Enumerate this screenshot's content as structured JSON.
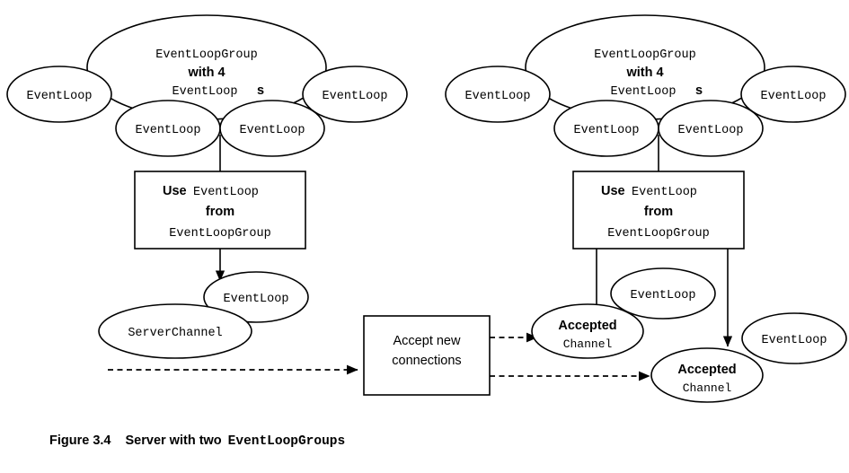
{
  "figure": {
    "caption_label": "Figure 3.4",
    "caption_text": "Server with two",
    "caption_mono": "EventLoopGroups"
  },
  "groups": [
    {
      "id": "left-event-loop-group",
      "outer_label_line1": "EventLoopGroup",
      "outer_label_line2": "with 4",
      "outer_label_line3": "EventLoop",
      "outer_label_line3_suffix": "s",
      "event_loops": [
        {
          "label": "EventLoop"
        },
        {
          "label": "EventLoop"
        },
        {
          "label": "EventLoop"
        },
        {
          "label": "EventLoop"
        }
      ]
    },
    {
      "id": "right-event-loop-group",
      "outer_label_line1": "EventLoopGroup",
      "outer_label_line2": "with 4",
      "outer_label_line3": "EventLoop",
      "outer_label_line3_suffix": "s",
      "event_loops": [
        {
          "label": "EventLoop"
        },
        {
          "label": "EventLoop"
        },
        {
          "label": "EventLoop"
        },
        {
          "label": "EventLoop"
        }
      ]
    }
  ],
  "boxes": [
    {
      "id": "left-use-eventloop-box",
      "line1_sans": "Use",
      "line1_mono": "EventLoop",
      "line2": "from",
      "line3_mono": "EventLoopGroup"
    },
    {
      "id": "right-use-eventloop-box",
      "line1_sans": "Use",
      "line1_mono": "EventLoop",
      "line2": "from",
      "line3_mono": "EventLoopGroup"
    },
    {
      "id": "accept-connections-box",
      "line1": "Accept new",
      "line2": "connections"
    }
  ],
  "ellipses": {
    "server_channel": "ServerChannel",
    "boss_event_loop": "EventLoop",
    "accepted_channel_1_line1": "Accepted",
    "accepted_channel_1_line2": "Channel",
    "accepted_channel_2_line1": "Accepted",
    "accepted_channel_2_line2": "Channel",
    "worker_event_loop_1": "EventLoop",
    "worker_event_loop_2": "EventLoop"
  },
  "colors": {
    "stroke": "#000000",
    "fill": "#ffffff",
    "background": "#ffffff"
  }
}
